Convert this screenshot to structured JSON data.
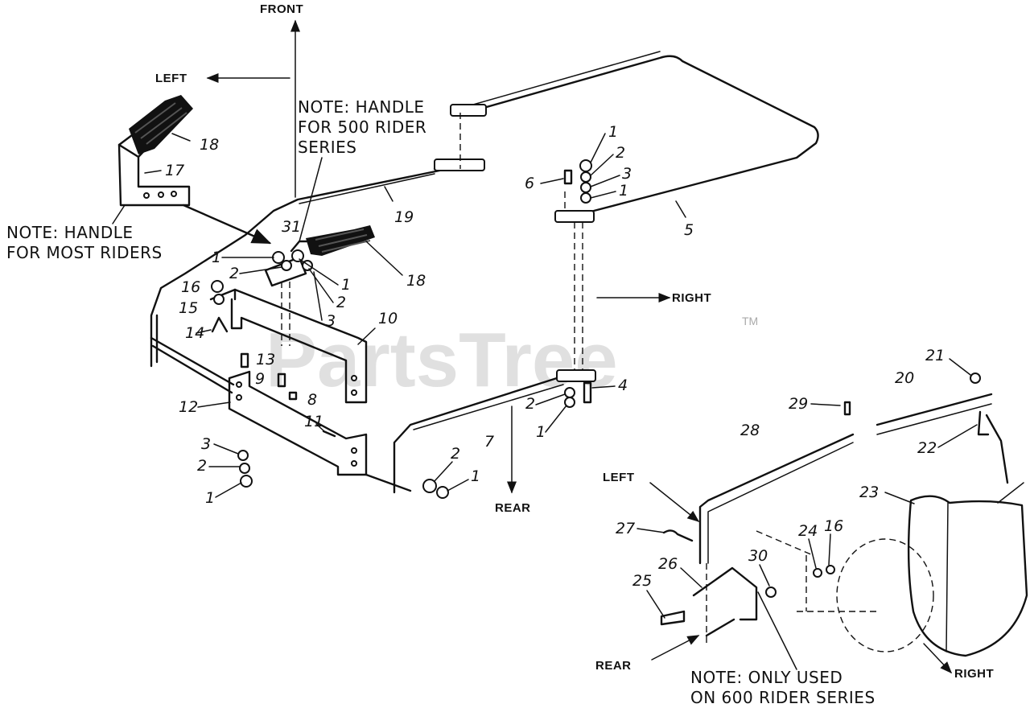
{
  "watermark": {
    "text": "PartsTree",
    "tm": "TM"
  },
  "directions": {
    "front": "FRONT",
    "left_top": "LEFT",
    "right_mid": "RIGHT",
    "rear_mid": "REAR",
    "left_lower": "LEFT",
    "rear_lower": "REAR",
    "right_lower": "RIGHT"
  },
  "notes": {
    "handle_500": [
      "NOTE: HANDLE",
      "FOR 500 RIDER",
      "SERIES"
    ],
    "handle_most": [
      "NOTE: HANDLE",
      "FOR MOST RIDERS"
    ],
    "only_600": [
      "NOTE: ONLY USED",
      "ON 600 RIDER SERIES"
    ]
  },
  "callouts": {
    "c18a": "18",
    "c17": "17",
    "c31": "31",
    "c18b": "18",
    "c19": "19",
    "c1a": "1",
    "c2a": "2",
    "c1b": "1",
    "c2b": "2",
    "c3a": "3",
    "c16a": "16",
    "c15": "15",
    "c14": "14",
    "c10": "10",
    "c13": "13",
    "c9": "9",
    "c8": "8",
    "c12": "12",
    "c11": "11",
    "c3b": "3",
    "c2c": "2",
    "c1c": "1",
    "c2d": "2",
    "c1d": "1",
    "c7": "7",
    "c2e": "2",
    "c1e": "1",
    "c4": "4",
    "c1f": "1",
    "c2f": "2",
    "c3c": "3",
    "c1g": "1",
    "c6": "6",
    "c5": "5",
    "c21": "21",
    "c20": "20",
    "c29": "29",
    "c22": "22",
    "c28": "28",
    "c23": "23",
    "c27": "27",
    "c24": "24",
    "c16b": "16",
    "c26": "26",
    "c30": "30",
    "c25": "25"
  }
}
